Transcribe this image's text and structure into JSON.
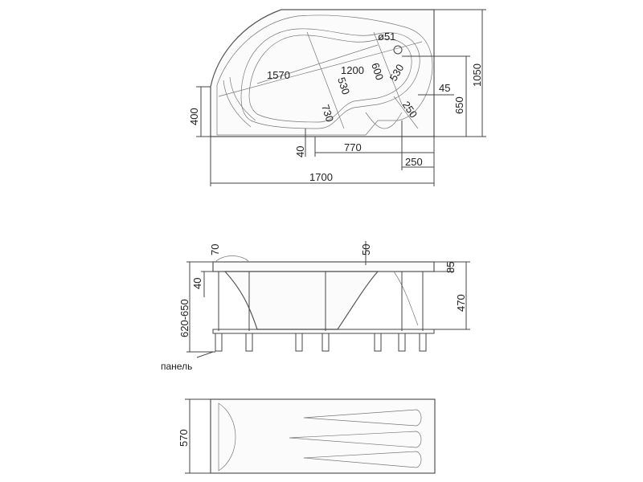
{
  "top_view": {
    "overall_length": "1700",
    "overall_depth": "1050",
    "inner_depth": "650",
    "left_depth": "400",
    "bowl_length": "1570",
    "inner_length": "1200",
    "bowl_width": "730",
    "width_a": "530",
    "width_b": "530",
    "width_c": "600",
    "drain": "ø51",
    "offset_45": "45",
    "corner_250": "250",
    "bottom_250": "250",
    "bottom_770": "770",
    "bottom_40": "40"
  },
  "side_view": {
    "height_range": "620-650",
    "rim_70": "70",
    "rim_40": "40",
    "rim_50": "50",
    "rim_85": "85",
    "height_470": "470",
    "panel_label": "панель"
  },
  "end_view": {
    "panel_height": "570"
  }
}
